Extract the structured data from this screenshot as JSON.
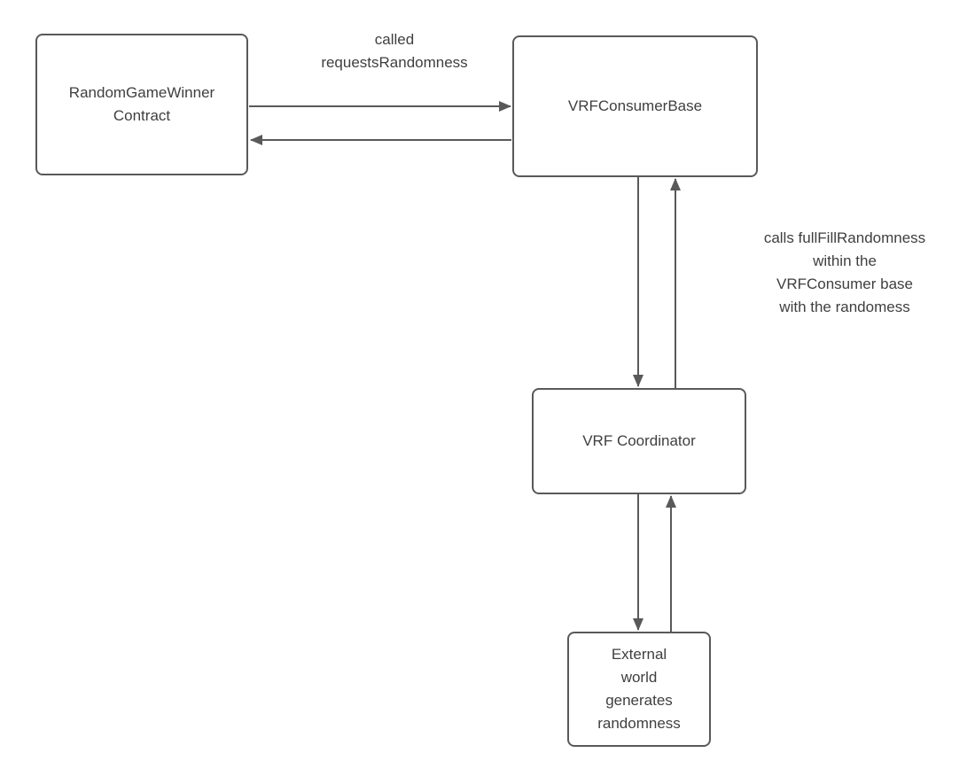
{
  "diagram": {
    "boxes": {
      "random_game_winner": {
        "label": "RandomGameWinner\nContract"
      },
      "vrf_consumer_base": {
        "label": "VRFConsumerBase"
      },
      "vrf_coordinator": {
        "label": "VRF Coordinator"
      },
      "external_world": {
        "label": "External\nworld\ngenerates\nrandomness"
      }
    },
    "edge_labels": {
      "request": "called\nrequestsRandomness",
      "fulfill": "calls fullFillRandomness\nwithin the\nVRFConsumer base\nwith the randomess"
    },
    "colors": {
      "stroke": "#595959",
      "text": "#3f3f3f",
      "background": "#ffffff"
    }
  }
}
